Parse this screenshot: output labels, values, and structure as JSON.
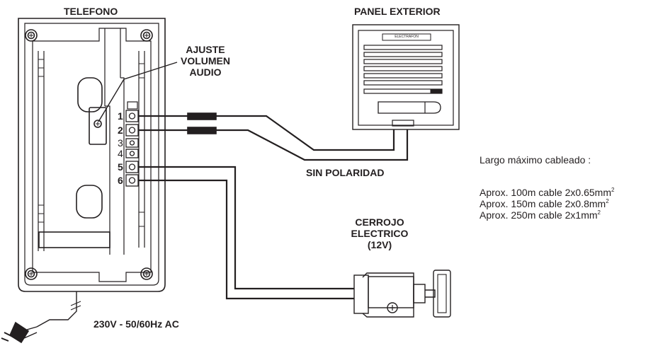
{
  "labels": {
    "telefono": "TELEFONO",
    "panel_exterior": "PANEL EXTERIOR",
    "ajuste_line1": "AJUSTE",
    "ajuste_line2": "VOLUMEN",
    "ajuste_line3": "AUDIO",
    "sin_polaridad": "SIN POLARIDAD",
    "cerrojo_line1": "CERROJO",
    "cerrojo_line2": "ELECTRICO",
    "cerrojo_line3": "(12V)",
    "power": "230V - 50/60Hz AC",
    "panel_brand": "ELECTRAFON"
  },
  "terminals": [
    "1",
    "2",
    "3",
    "4",
    "5",
    "6"
  ],
  "notes": {
    "heading": "Largo máximo cableado :",
    "line1": "Aprox. 100m cable 2x0.65mm",
    "line1_sup": "2",
    "line2": "Aprox. 150m cable 2x0.8mm",
    "line2_sup": "2",
    "line3": "Aprox. 250m cable 2x1mm",
    "line3_sup": "2"
  }
}
